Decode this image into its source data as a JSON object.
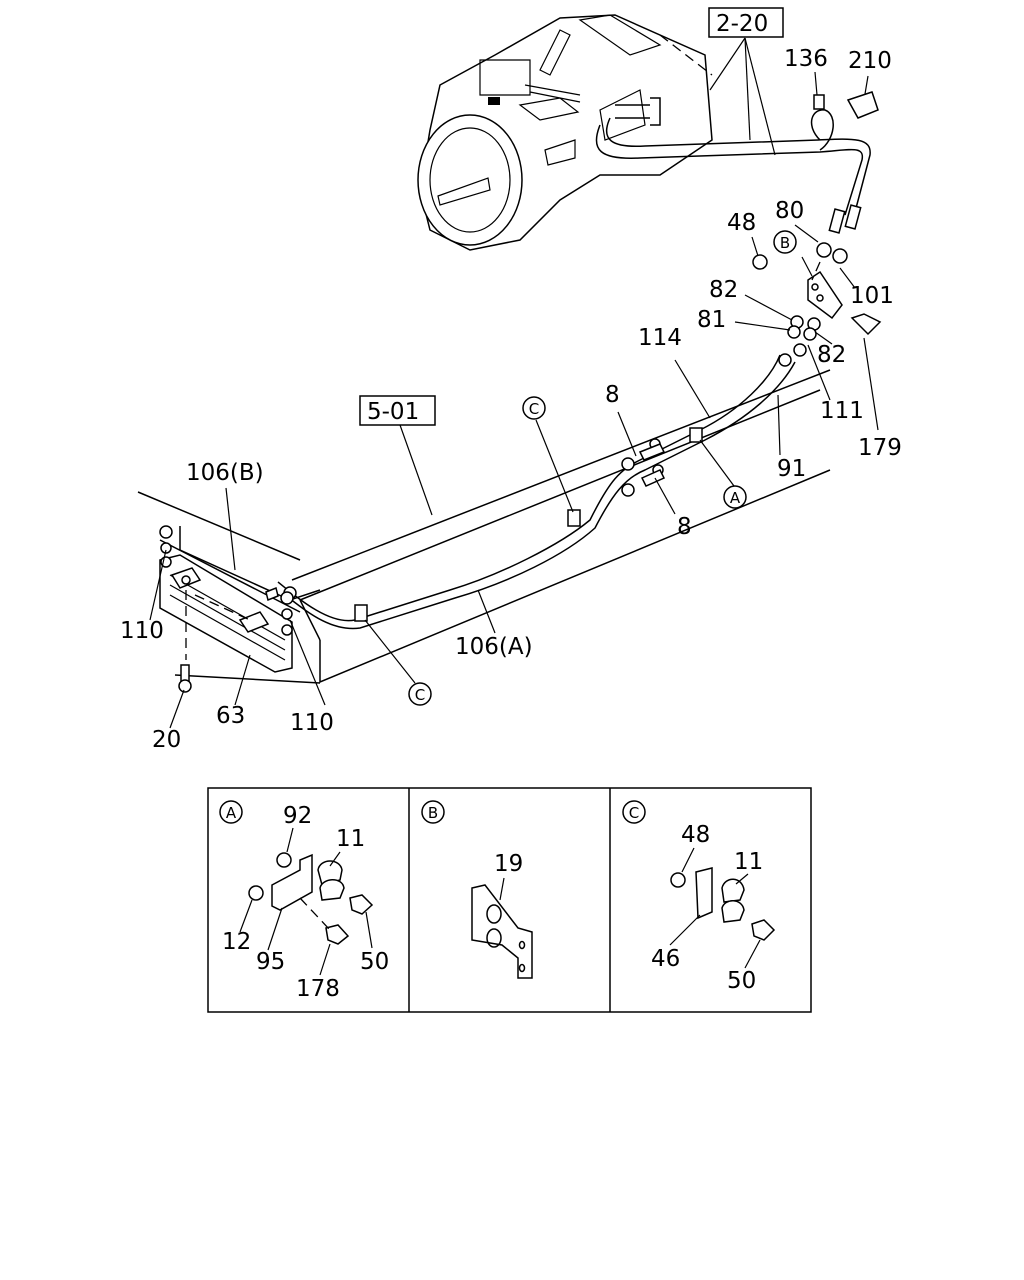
{
  "diagram": {
    "refs": [
      "2-20",
      "5-01"
    ],
    "callouts": [
      "136",
      "210",
      "48",
      "80",
      "101",
      "82",
      "81",
      "82",
      "114",
      "111",
      "179",
      "8",
      "91",
      "8",
      "106(B)",
      "110",
      "106(A)",
      "63",
      "110",
      "20"
    ],
    "markers": [
      "B",
      "C",
      "A",
      "C"
    ],
    "inset_a": {
      "marker": "A",
      "labels": [
        "92",
        "11",
        "12",
        "95",
        "50",
        "178"
      ]
    },
    "inset_b": {
      "marker": "B",
      "labels": [
        "19"
      ]
    },
    "inset_c": {
      "marker": "C",
      "labels": [
        "48",
        "11",
        "46",
        "50"
      ]
    }
  }
}
